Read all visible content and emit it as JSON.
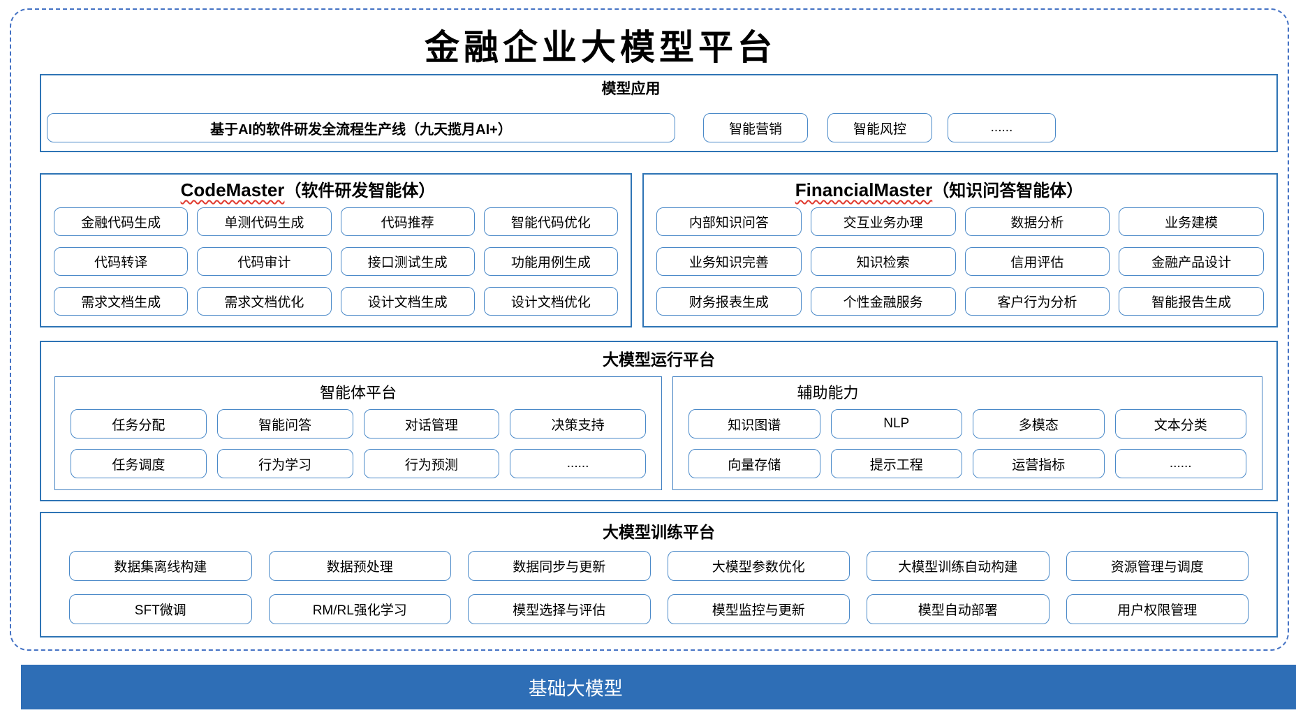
{
  "title": "金融企业大模型平台",
  "colors": {
    "section_border": "#2e74b5",
    "item_border": "#4a89c8",
    "outer_dashed_border": "#4472c4",
    "base_bar_background": "#2e6eb6",
    "base_bar_text": "#ffffff",
    "wavy_underline": "#e03a2f",
    "text": "#000000"
  },
  "sections": {
    "model_app": {
      "header": "模型应用",
      "pipeline": "基于AI的软件研发全流程生产线（九天揽月AI+）",
      "items": [
        "智能营销",
        "智能风控",
        "......"
      ]
    },
    "code_master": {
      "name": "CodeMaster",
      "subtitle": "（软件研发智能体）",
      "items": [
        "金融代码生成",
        "单测代码生成",
        "代码推荐",
        "智能代码优化",
        "代码转译",
        "代码审计",
        "接口测试生成",
        "功能用例生成",
        "需求文档生成",
        "需求文档优化",
        "设计文档生成",
        "设计文档优化"
      ]
    },
    "financial_master": {
      "name": "FinancialMaster",
      "subtitle": "（知识问答智能体）",
      "items": [
        "内部知识问答",
        "交互业务办理",
        "数据分析",
        "业务建模",
        "业务知识完善",
        "知识检索",
        "信用评估",
        "金融产品设计",
        "财务报表生成",
        "个性金融服务",
        "客户行为分析",
        "智能报告生成"
      ]
    },
    "runtime": {
      "header": "大模型运行平台",
      "agent_platform": {
        "header": "智能体平台",
        "items": [
          "任务分配",
          "智能问答",
          "对话管理",
          "决策支持",
          "任务调度",
          "行为学习",
          "行为预测",
          "......"
        ]
      },
      "aux": {
        "header": "辅助能力",
        "items": [
          "知识图谱",
          "NLP",
          "多模态",
          "文本分类",
          "向量存储",
          "提示工程",
          "运营指标",
          "......"
        ]
      }
    },
    "training": {
      "header": "大模型训练平台",
      "items": [
        "数据集离线构建",
        "数据预处理",
        "数据同步与更新",
        "大模型参数优化",
        "大模型训练自动构建",
        "资源管理与调度",
        "SFT微调",
        "RM/RL强化学习",
        "模型选择与评估",
        "模型监控与更新",
        "模型自动部署",
        "用户权限管理"
      ]
    },
    "base_model": {
      "label": "基础大模型"
    }
  }
}
